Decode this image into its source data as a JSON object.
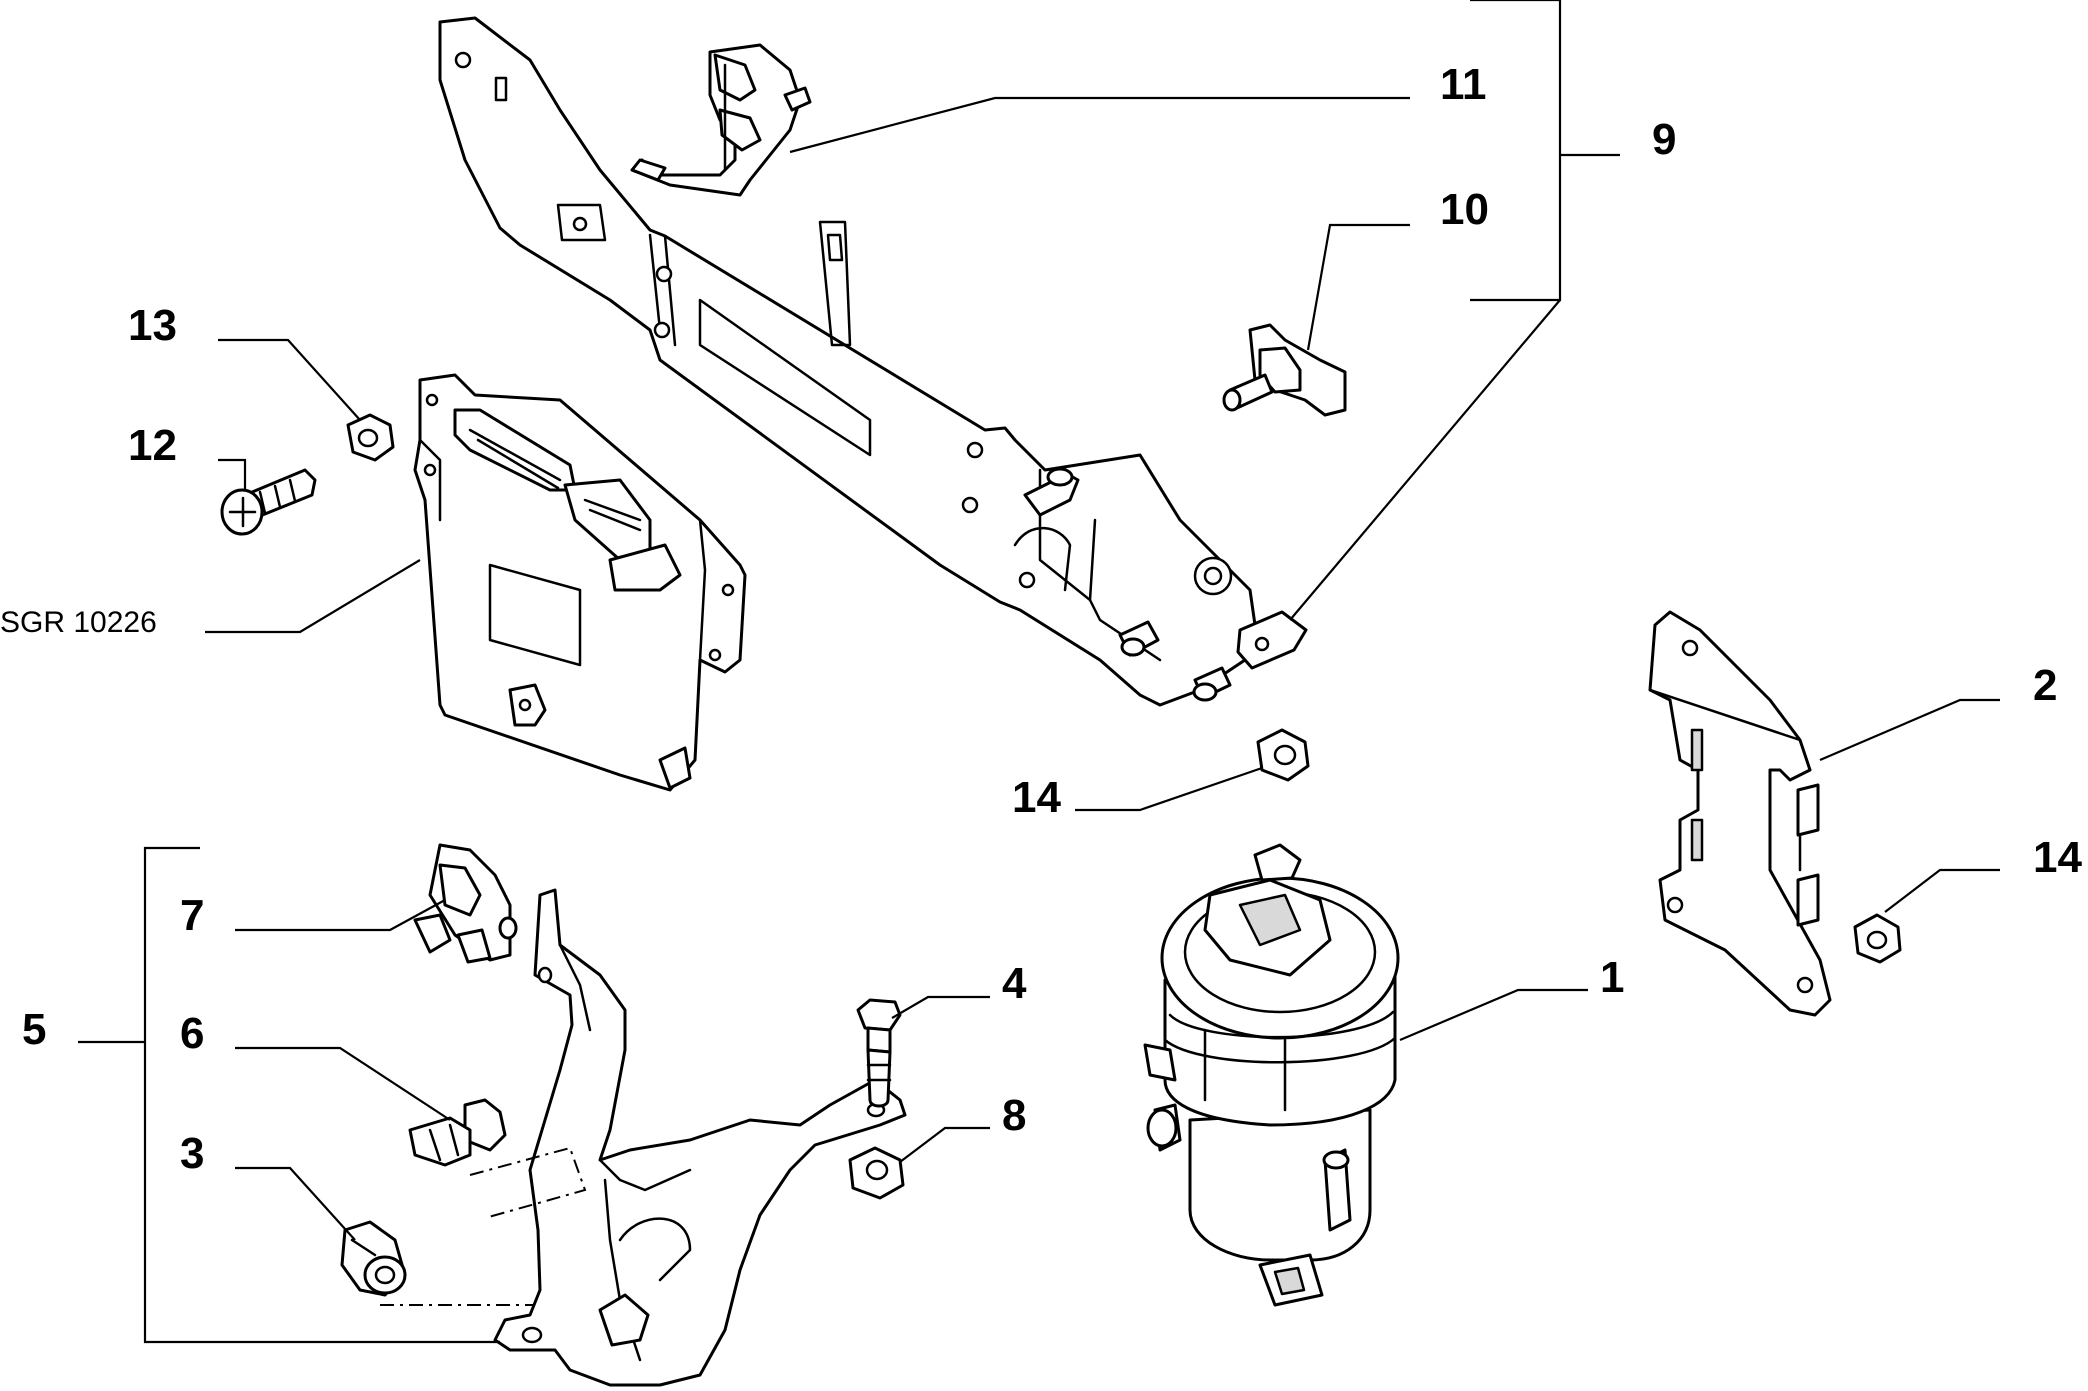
{
  "diagram": {
    "reference_code": "SGR 10226",
    "callouts": [
      {
        "id": "c1",
        "label": "1"
      },
      {
        "id": "c2",
        "label": "2"
      },
      {
        "id": "c3",
        "label": "3"
      },
      {
        "id": "c4",
        "label": "4"
      },
      {
        "id": "c5",
        "label": "5"
      },
      {
        "id": "c6",
        "label": "6"
      },
      {
        "id": "c7",
        "label": "7"
      },
      {
        "id": "c8",
        "label": "8"
      },
      {
        "id": "c9",
        "label": "9"
      },
      {
        "id": "c10",
        "label": "10"
      },
      {
        "id": "c11",
        "label": "11"
      },
      {
        "id": "c12",
        "label": "12"
      },
      {
        "id": "c13",
        "label": "13"
      },
      {
        "id": "c14a",
        "label": "14"
      },
      {
        "id": "c14b",
        "label": "14"
      }
    ]
  }
}
